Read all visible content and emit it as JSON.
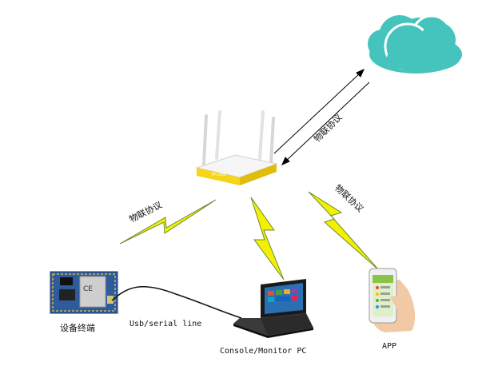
{
  "diagram": {
    "protocol_labels": [
      "物联协议",
      "物联协议",
      "物联协议"
    ],
    "nodes": {
      "device": "设备终端",
      "pc": "Console/Monitor PC",
      "app": "APP",
      "cable": "Usb/serial line"
    },
    "colors": {
      "cloud": "#45c3bd",
      "router_body": "#f5d41a",
      "lightning": "#f3f000",
      "lightning_outline": "#6a8a3a",
      "pcb": "#2e5a9a"
    }
  }
}
